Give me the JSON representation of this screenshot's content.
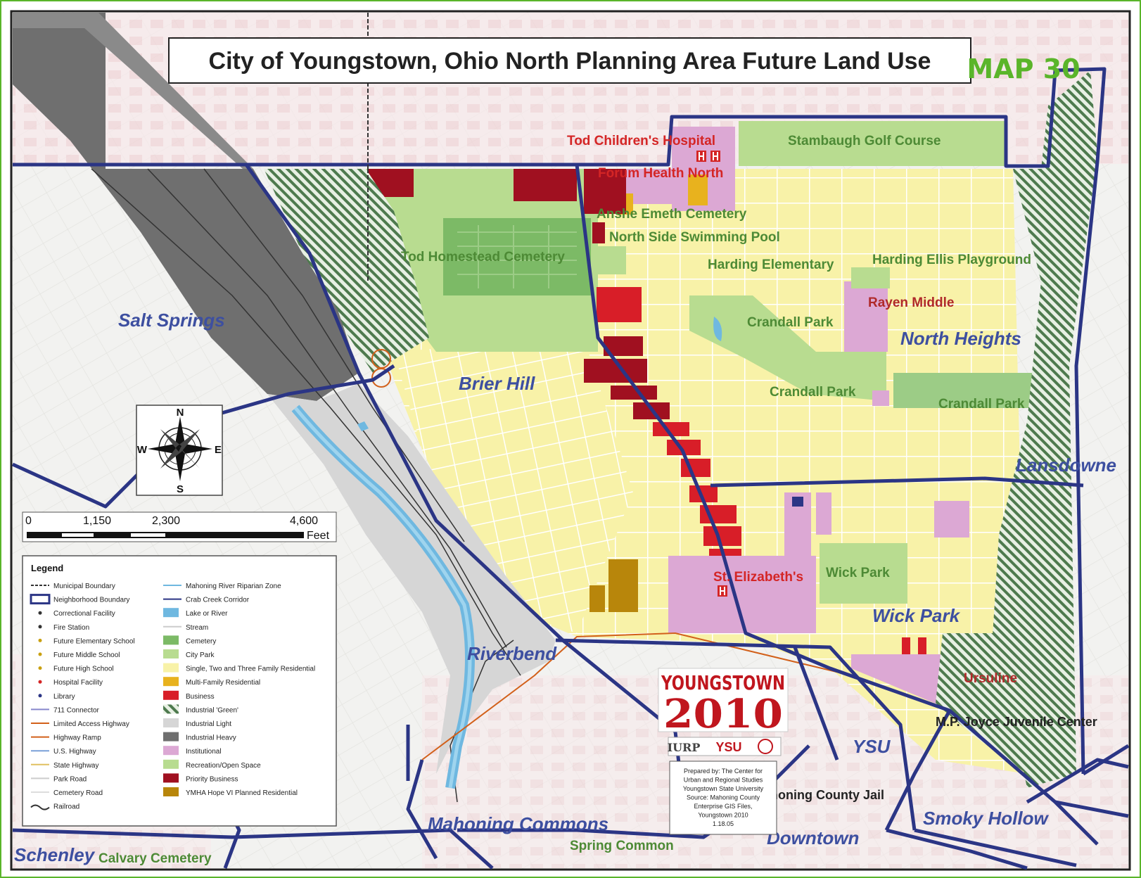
{
  "map": {
    "title": "City of Youngstown, Ohio North Planning Area Future Land Use",
    "map_number": "MAP 30",
    "neighborhoods": [
      "Salt Springs",
      "Brier Hill",
      "North Heights",
      "Lansdowne",
      "Riverbend",
      "Wick Park",
      "YSU",
      "Smoky Hollow",
      "Mahoning Commons",
      "Downtown",
      "Schenley"
    ],
    "places": {
      "tod_childrens": "Tod Children's Hospital",
      "forum_health": "Forum Health North",
      "stambaugh": "Stambaugh Golf Course",
      "anshe": "Anshe Emeth Cemetery",
      "pool": "North Side Swimming Pool",
      "tod_homestead": "Tod Homestead Cemetery",
      "harding_elem": "Harding Elementary",
      "harding_ellis": "Harding Ellis Playground",
      "rayen": "Rayen Middle",
      "crandall1": "Crandall Park",
      "crandall2": "Crandall Park",
      "crandall3": "Crandall Park",
      "st_elizabeth": "St. Elizabeth's",
      "wick_park_place": "Wick Park",
      "ursuline": "Ursuline",
      "mp_joyce": "M.P. Joyce Juvenile Center",
      "county_jail": "Mahoning County Jail",
      "spring_common": "Spring Common",
      "calvary": "Calvary Cemetery"
    },
    "compass": {
      "n": "N",
      "s": "S",
      "e": "E",
      "w": "W"
    },
    "scale": {
      "t0": "0",
      "t1": "1,150",
      "t2": "2,300",
      "t3": "4,600",
      "unit": "Feet"
    },
    "logo": {
      "line1": "YOUNGSTOWN",
      "line2": "2010",
      "partners": [
        "IURP",
        "YSU"
      ]
    },
    "credits": [
      "Prepared by: The Center for",
      "Urban and Regional Studies",
      "Youngstown State University",
      "Source: Mahoning County",
      "Enterprise GIS Files,",
      "Youngstown 2010",
      "1.18.05"
    ],
    "legend": {
      "title": "Legend",
      "left": [
        "Municipal Boundary",
        "Neighborhood Boundary",
        "Correctional Facility",
        "Fire Station",
        "Future Elementary School",
        "Future Middle School",
        "Future High School",
        "Hospital Facility",
        "Library",
        "711 Connector",
        "Limited Access Highway",
        "Highway Ramp",
        "U.S. Highway",
        "State Highway",
        "Park Road",
        "Cemetery Road",
        "Railroad"
      ],
      "right": [
        "Mahoning River Riparian Zone",
        "Crab Creek Corridor",
        "Lake or River",
        "Stream",
        "Cemetery",
        "City Park",
        "Single, Two and Three Family Residential",
        "Multi-Family Residential",
        "Business",
        "Industrial 'Green'",
        "Industrial Light",
        "Industrial Heavy",
        "Institutional",
        "Recreation/Open Space",
        "Priority Business",
        "YMHA Hope VI Planned Residential"
      ]
    },
    "colors": {
      "residential": "#f8f2a8",
      "multi_family": "#e8b21e",
      "business": "#d81e28",
      "priority_business": "#a01020",
      "institutional": "#dca8d4",
      "recreation": "#b8dc90",
      "cemetery": "#7cba66",
      "industrial_heavy": "#6f6f6f",
      "industrial_light": "#d6d6d6",
      "industrial_green": "#4e7a4e",
      "hope_vi": "#b8860b",
      "boundary": "#2b3585",
      "river": "#6fb8e0",
      "title_green": "#5ab52a"
    }
  }
}
